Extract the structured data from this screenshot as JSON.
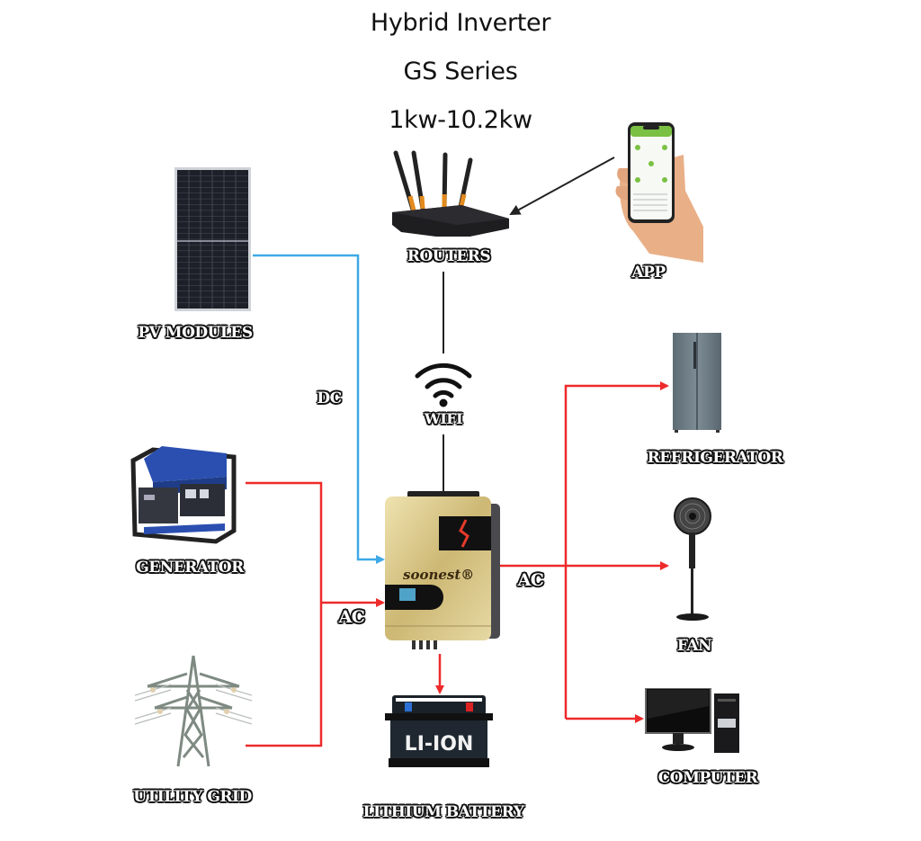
{
  "header": {
    "title_line1": "Hybrid Inverter",
    "title_line2": "GS Series",
    "title_line3": "1kw-10.2kw"
  },
  "nodes": {
    "pv_modules": "PV MODULES",
    "routers": "ROUTERS",
    "app": "APP",
    "wifi": "WIFI",
    "generator": "GENERATOR",
    "utility_grid": "UTILITY GRID",
    "lithium_battery": "LITHIUM BATTERY",
    "refrigerator": "REFRIGERATOR",
    "fan": "FAN",
    "computer": "COMPUTER"
  },
  "connections": {
    "dc_label": "DC",
    "ac_input_label": "AC",
    "ac_output_label": "AC"
  },
  "inverter": {
    "brand": "soonest",
    "trademark": "®"
  },
  "battery": {
    "face_text": "LI-ION"
  },
  "colors": {
    "dc_line": "#3fa9e6",
    "ac_line": "#ee2a2a",
    "data_line": "#222222",
    "inverter_gold": "#d9c98a"
  }
}
